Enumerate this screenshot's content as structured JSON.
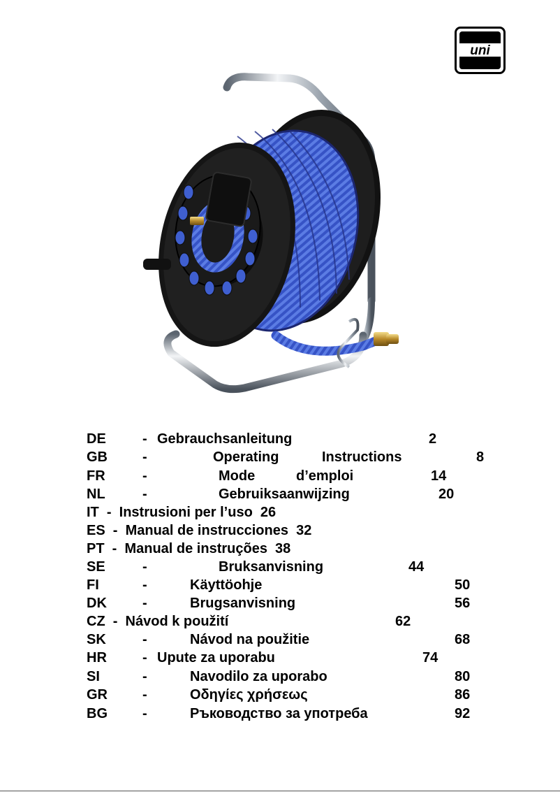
{
  "logo": {
    "text": "uni"
  },
  "toc": [
    {
      "code": "DE",
      "sep": "-",
      "title": "Gebrauchsanleitung",
      "page": "2"
    },
    {
      "code": "GB",
      "sep": "-",
      "title": "Operating Instructions",
      "page": "8"
    },
    {
      "code": "FR",
      "sep": "-",
      "title": "Mode d’emploi",
      "page": "14"
    },
    {
      "code": "NL",
      "sep": "-",
      "title": "Gebruiksaanwijzing",
      "page": "20"
    },
    {
      "code": "IT",
      "sep": "-",
      "title": "Instrusioni per l’uso",
      "page": "26"
    },
    {
      "code": "ES",
      "sep": "-",
      "title": "Manual de instrucciones",
      "page": "32"
    },
    {
      "code": "PT",
      "sep": "-",
      "title": "Manual de instruções",
      "page": "38"
    },
    {
      "code": "SE",
      "sep": "-",
      "title": "Bruksanvisning",
      "page": "44"
    },
    {
      "code": "FI",
      "sep": "-",
      "title": "Käyttöohje",
      "page": "50"
    },
    {
      "code": "DK",
      "sep": "-",
      "title": "Brugsanvisning",
      "page": "56"
    },
    {
      "code": "CZ",
      "sep": "-",
      "title": "Návod k použití",
      "page": "62"
    },
    {
      "code": "SK",
      "sep": "-",
      "title": "Návod na použitie",
      "page": "68"
    },
    {
      "code": "HR",
      "sep": "-",
      "title": "Upute za uporabu",
      "page": "74"
    },
    {
      "code": "SI",
      "sep": "-",
      "title": "Navodilo za uporabo",
      "page": "80"
    },
    {
      "code": "GR",
      "sep": "-",
      "title": "Οδηγίες χρήσεως",
      "page": "86"
    },
    {
      "code": "BG",
      "sep": "-",
      "title": "Ръководство за употреба",
      "page": "92"
    }
  ]
}
